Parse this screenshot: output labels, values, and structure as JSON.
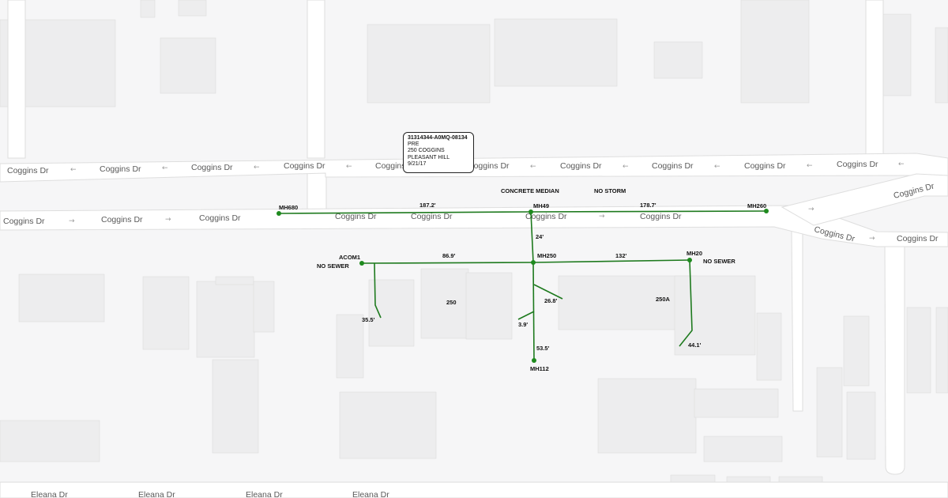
{
  "map": {
    "streets": {
      "coggins_upper": "Coggins Dr",
      "coggins_lower": "Coggins Dr",
      "coggins_ramp": "Coggins Dr",
      "eleana": "Eleana Dr"
    },
    "info_box": {
      "line1": "31314344-A0MQ-08134",
      "line2": "PRE",
      "line3": "250 COGGINS",
      "line4": "PLEASANT HILL",
      "line5": "9/21/17"
    },
    "median_labels": {
      "concrete_median": "CONCRETE MEDIAN",
      "no_storm": "NO STORM"
    },
    "nodes": {
      "mh680": "MH680",
      "mh49": "MH49",
      "mh260": "MH260",
      "acom1": "ACOM1",
      "mh250": "MH250",
      "mh20": "MH20",
      "mh112": "MH112"
    },
    "notes": {
      "no_sewer_left": "NO SEWER",
      "no_sewer_right": "NO SEWER"
    },
    "segments": {
      "s187": "187.2'",
      "s178": "178.7'",
      "s24": "24'",
      "s869": "86.9'",
      "s132": "132'",
      "s355": "35.5'",
      "s268": "26.8'",
      "s39": "3.9'",
      "s535": "53.5'",
      "s441": "44.1'"
    },
    "buildings": {
      "b250": "250",
      "b250a": "250A"
    },
    "icons": {
      "direction_arrow": "arrow-icon",
      "manhole": "manhole-node-icon"
    },
    "colors": {
      "sewer_line": "#1e7a1e",
      "manhole": "#1e8a1e",
      "background": "#f6f6f7",
      "road": "#ffffff"
    }
  }
}
